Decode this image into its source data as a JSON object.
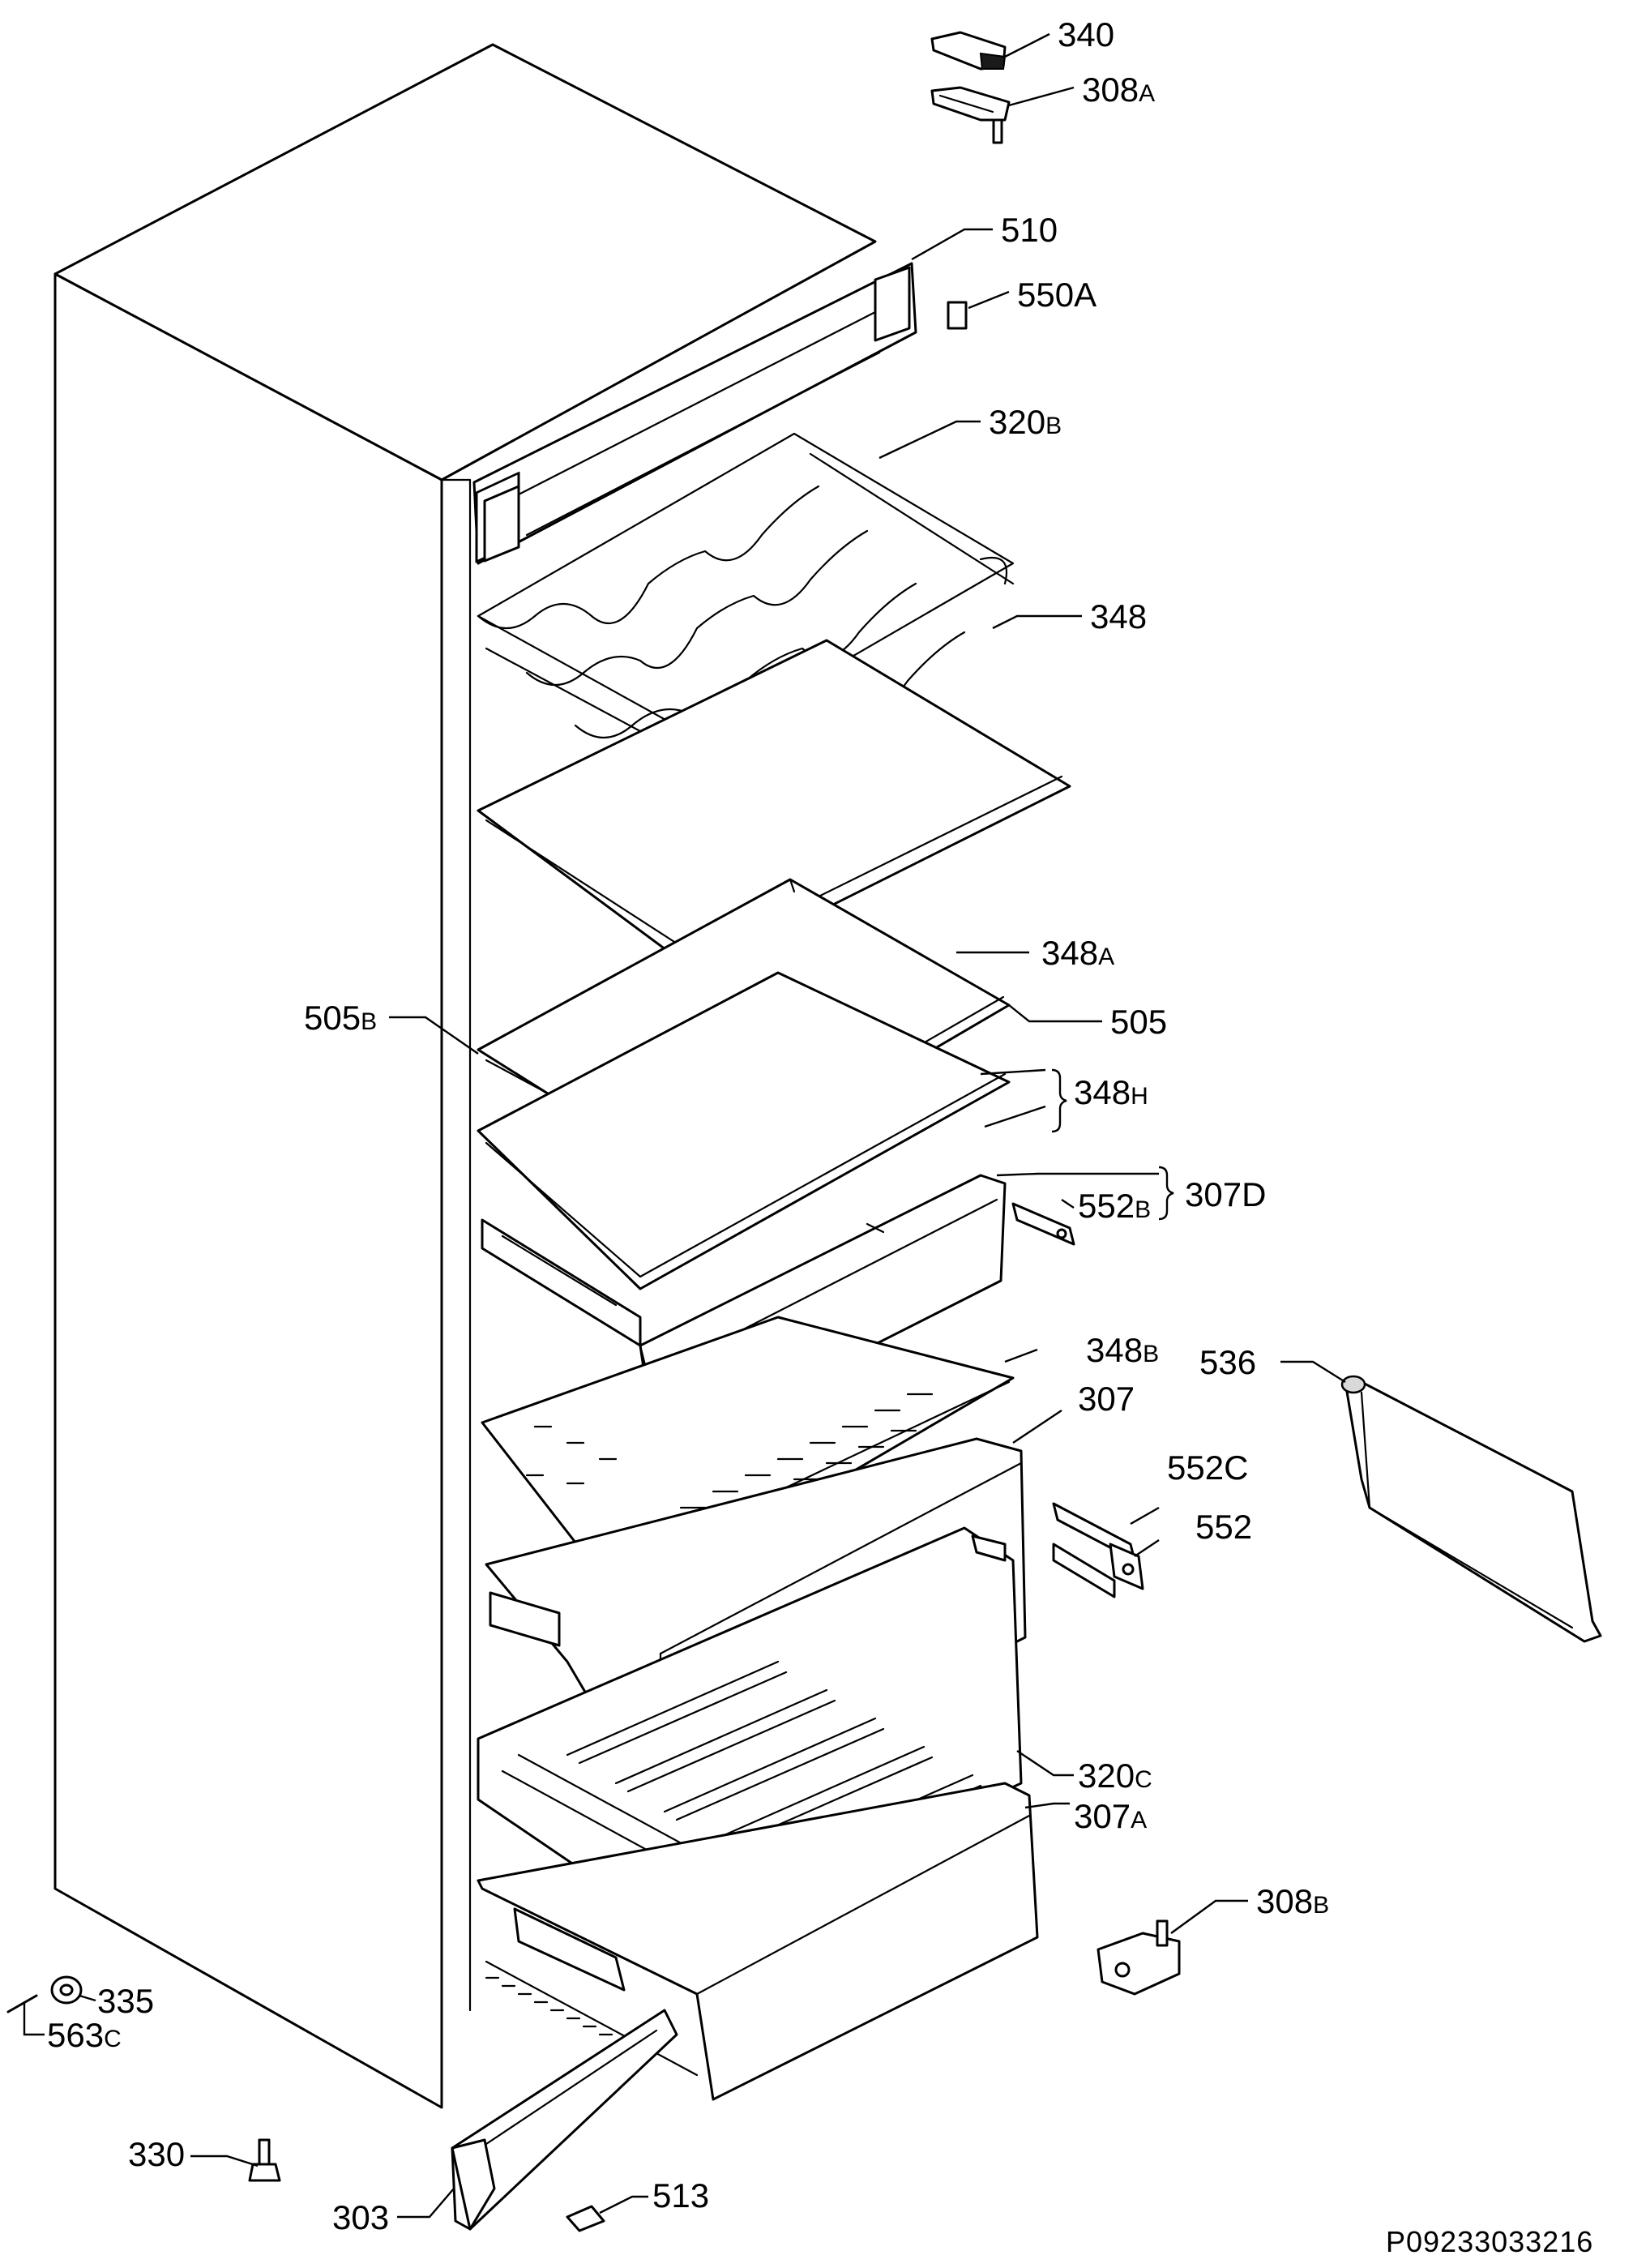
{
  "labels": {
    "p340": {
      "num": "340",
      "sfx": ""
    },
    "p308a": {
      "num": "308",
      "sfx": "A"
    },
    "p510": {
      "num": "510",
      "sfx": ""
    },
    "p550a": {
      "num": "550A",
      "sfx": ""
    },
    "p320b": {
      "num": "320",
      "sfx": "B"
    },
    "p348": {
      "num": "348",
      "sfx": ""
    },
    "p348a": {
      "num": "348",
      "sfx": "A"
    },
    "p505b": {
      "num": "505",
      "sfx": "B"
    },
    "p505": {
      "num": "505",
      "sfx": ""
    },
    "p348h": {
      "num": "348",
      "sfx": "H"
    },
    "p552b": {
      "num": "552",
      "sfx": "B"
    },
    "p307d": {
      "num": "307D",
      "sfx": ""
    },
    "p348b": {
      "num": "348",
      "sfx": "B"
    },
    "p536": {
      "num": "536",
      "sfx": ""
    },
    "p307": {
      "num": "307",
      "sfx": ""
    },
    "p552c": {
      "num": "552C",
      "sfx": ""
    },
    "p552": {
      "num": "552",
      "sfx": ""
    },
    "p320c": {
      "num": "320",
      "sfx": "C"
    },
    "p307a": {
      "num": "307",
      "sfx": "A"
    },
    "p308b": {
      "num": "308",
      "sfx": "B"
    },
    "p335": {
      "num": "335",
      "sfx": ""
    },
    "p563c": {
      "num": "563",
      "sfx": "C"
    },
    "p330": {
      "num": "330",
      "sfx": ""
    },
    "p513": {
      "num": "513",
      "sfx": ""
    },
    "p303": {
      "num": "303",
      "sfx": ""
    }
  },
  "drawing_code": "P09233033216"
}
